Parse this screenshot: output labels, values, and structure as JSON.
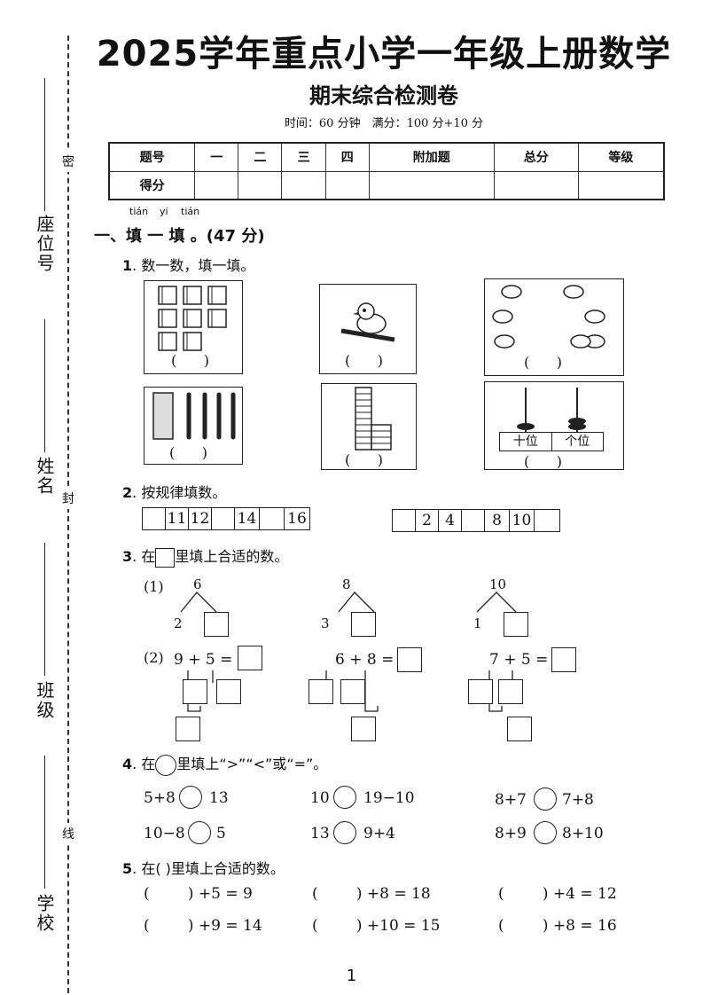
{
  "header": {
    "title": "2025学年重点小学一年级上册数学",
    "subtitle": "期末综合检测卷",
    "meta": "时间：60 分钟　满分：100 分+10 分"
  },
  "binding": {
    "labels": [
      "座位号",
      "姓名",
      "班级",
      "学校"
    ],
    "seal_chars": [
      "密",
      "封",
      "线"
    ]
  },
  "score_table": {
    "row1": [
      "题号",
      "一",
      "二",
      "三",
      "四",
      "附加题",
      "总分",
      "等级"
    ],
    "row2_label": "得分"
  },
  "section1": {
    "pinyin": [
      "tián",
      "yi",
      "tián"
    ],
    "title": "一、填 一 填 。(47 分)"
  },
  "q1": {
    "num": "1",
    "text": ". 数一数，填一填。",
    "paren": "(      )",
    "abacus_labels": [
      "十位",
      "个位"
    ]
  },
  "q2": {
    "num": "2",
    "text": ". 按规律填数。",
    "seq1": [
      "",
      "11",
      "12",
      "",
      "14",
      "",
      "16"
    ],
    "seq2": [
      "",
      "2",
      "4",
      "",
      "8",
      "10",
      ""
    ]
  },
  "q3": {
    "num": "3",
    "text_a": ". 在",
    "text_b": "里填上合适的数。",
    "part1_label": "(1)",
    "part2_label": "(2)",
    "trees": [
      {
        "top": "6",
        "left": "2"
      },
      {
        "top": "8",
        "left": "3"
      },
      {
        "top": "10",
        "left": "1"
      }
    ],
    "exprs": [
      "9 + 5 =",
      "6 + 8 =",
      "7 + 5 ="
    ]
  },
  "q4": {
    "num": "4",
    "text_a": ". 在",
    "text_b": "里填上“>”“<”或“=”。",
    "items": [
      {
        "l": "5+8",
        "r": "13"
      },
      {
        "l": "10",
        "r": "19−10"
      },
      {
        "l": "8+7",
        "r": "7+8"
      },
      {
        "l": "10−8",
        "r": "5"
      },
      {
        "l": "13",
        "r": "9+4"
      },
      {
        "l": "8+9",
        "r": "8+10"
      }
    ]
  },
  "q5": {
    "num": "5",
    "text": ". 在(      )里填上合适的数。",
    "items": [
      "(        ) +5 = 9",
      "(        ) +8 = 18",
      "(        ) +4 = 12",
      "(        ) +9 = 14",
      "(        ) +10 = 15",
      "(        ) +8 = 16"
    ]
  },
  "page_number": "1"
}
